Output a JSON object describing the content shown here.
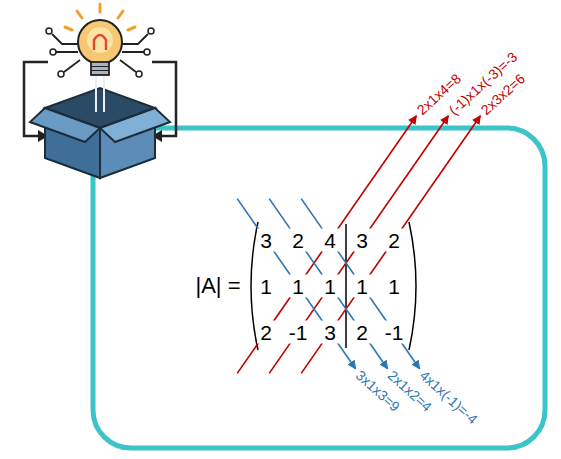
{
  "diagram": {
    "labels": [
      "|A| =",
      "3",
      "2",
      "4",
      "3",
      "2",
      "1",
      "1",
      "1",
      "1",
      "1",
      "2",
      "-1",
      "3",
      "2",
      "-1",
      "2x1x4=8",
      "(-1)x1x(-3)=-3",
      "2x3x2=6",
      "3x1x3=9",
      "2x1x2=4",
      "4x1x(-1)=-4"
    ]
  }
}
